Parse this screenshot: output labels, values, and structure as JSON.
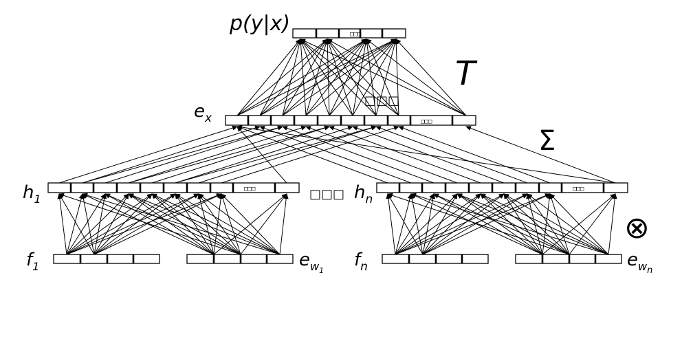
{
  "labels": {
    "output": "p(y|x)",
    "ex_base": "e",
    "ex_sub": "x",
    "h1_base": "h",
    "h1_sub": "1",
    "hn_base": "h",
    "hn_sub": "n",
    "f1_base": "f",
    "f1_sub": "1",
    "fn_base": "f",
    "fn_sub": "n",
    "ew1_base": "e",
    "ew1_sub": "w",
    "ew1_subsub": "1",
    "ewn_base": "e",
    "ewn_sub": "w",
    "ewn_subsub": "n"
  },
  "symbols": {
    "transpose": "T",
    "sum": "Σ",
    "product": "⊗"
  },
  "ellipsis": {
    "small": "□□□",
    "large": "□□□"
  }
}
